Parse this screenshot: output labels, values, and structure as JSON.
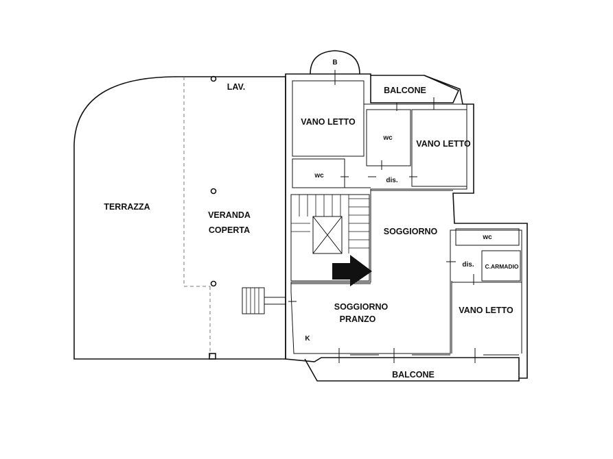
{
  "rooms": {
    "terrazza": "TERRAZZA",
    "veranda_line1": "VERANDA",
    "veranda_line2": "COPERTA",
    "lav": "LAV.",
    "b": "B",
    "balcone_top": "BALCONE",
    "vano_letto_1": "VANO LETTO",
    "wc_1": "wc",
    "wc_2": "wc",
    "vano_letto_2": "VANO LETTO",
    "dis_1": "dis.",
    "soggiorno": "SOGGIORNO",
    "wc_3": "wc",
    "dis_2": "dis.",
    "c_armadio": "C.ARMADIO",
    "soggiorno_pranzo_line1": "SOGGIORNO",
    "soggiorno_pranzo_line2": "PRANZO",
    "k": "K",
    "vano_letto_3": "VANO LETTO",
    "balcone_bottom": "BALCONE"
  },
  "colors": {
    "wall": "#111111",
    "dashed": "#777777",
    "background": "#ffffff"
  },
  "icons": {
    "entrance": "entrance-arrow-icon"
  }
}
